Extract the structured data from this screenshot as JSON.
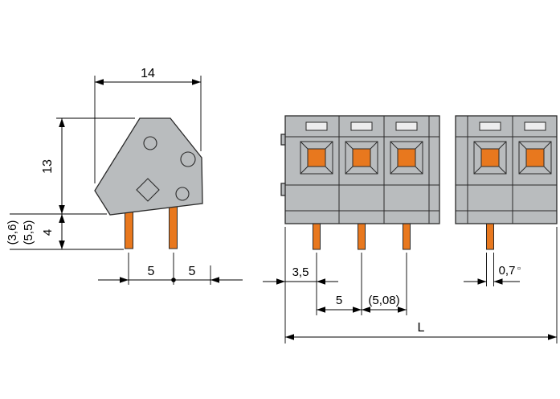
{
  "drawing": {
    "colors": {
      "background": "#ffffff",
      "line": "#2a2a2a",
      "body": "#b9bcbe",
      "slot": "#ededee",
      "pin": "#e8781e",
      "dim": "#000000"
    },
    "dimensions": {
      "top_width": "14",
      "body_height": "13",
      "pin_length_alt_1": "(3,6)",
      "pin_length_alt_2": "(5,5)",
      "pin_length": "4",
      "pin_spacing_a": "5",
      "pin_spacing_b": "5",
      "edge_to_first_pin": "3,5",
      "pin_pitch": "5",
      "pin_pitch_alt": "(5,08)",
      "pin_width": "0,7",
      "pin_square_symbol": "▫",
      "overall_length": "L"
    }
  }
}
